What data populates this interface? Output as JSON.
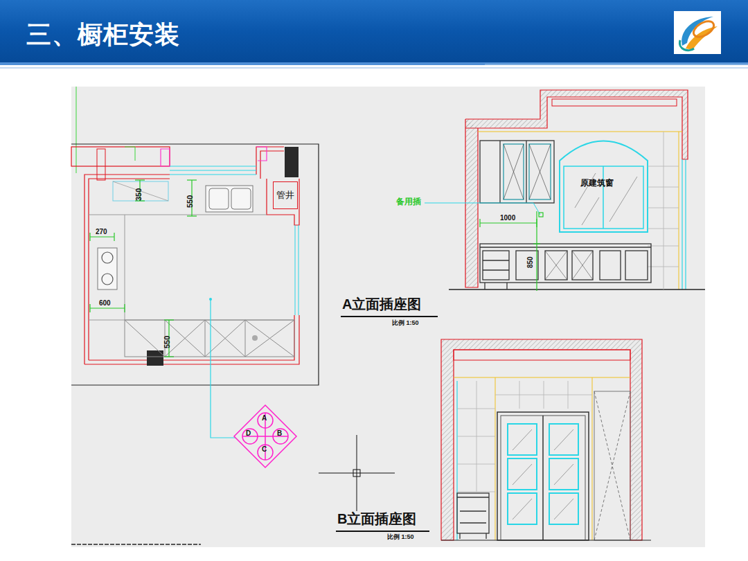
{
  "diagram": {
    "title": "三、橱柜安装",
    "nodes": [
      {
        "text": [
          "管井"
        ]
      }
    ],
    "labels": [
      "350",
      "550",
      "270",
      "600",
      "550",
      "备用插",
      "1000",
      "850",
      "原建筑窗",
      "A立面插座图",
      "比例 1:50",
      "B立面插座图",
      "比例 1:50",
      "A",
      "B",
      "C",
      "D"
    ]
  }
}
